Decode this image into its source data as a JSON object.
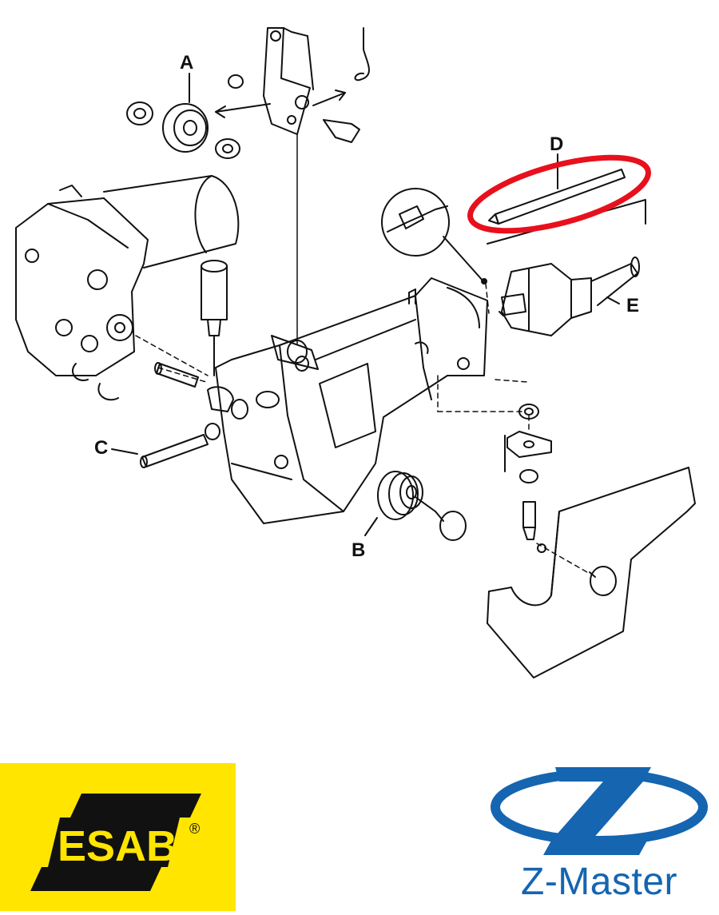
{
  "callouts": {
    "a": "A",
    "b": "B",
    "c": "C",
    "d": "D",
    "e": "E"
  },
  "highlight": {
    "color": "#e8101c",
    "target": "D"
  },
  "logos": {
    "esab": {
      "text": "ESAB",
      "registered": "®",
      "bg_color": "#ffe500"
    },
    "zmaster": {
      "text": "Z-Master",
      "color": "#1565b0"
    }
  }
}
